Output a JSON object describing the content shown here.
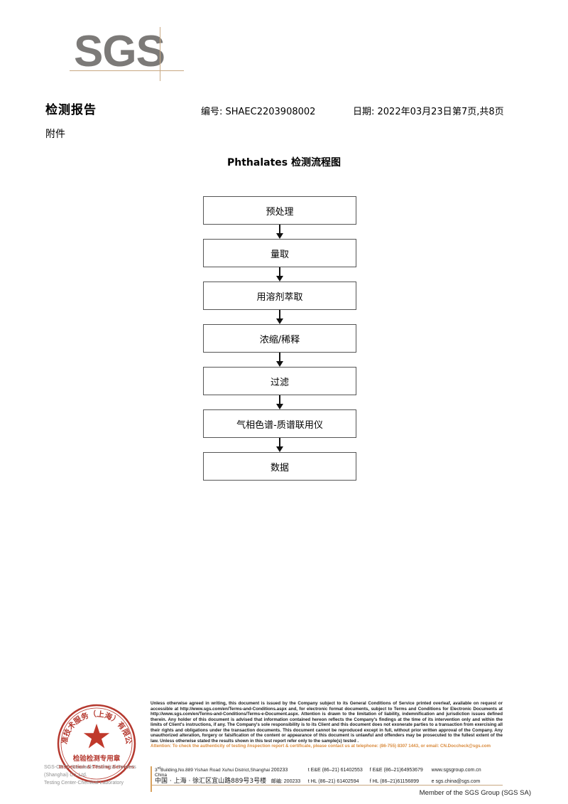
{
  "logo": {
    "text": "SGS"
  },
  "header": {
    "title": "检测报告",
    "attachment_label": "附件",
    "report_no": "编号: SHAEC2203908002",
    "date": "日期: 2022年03月23日",
    "pagination": "第7页,共8页"
  },
  "flowchart": {
    "title": "Phthalates 检测流程图",
    "nodes": [
      {
        "label": "预处理"
      },
      {
        "label": "量取"
      },
      {
        "label": "用溶剂萃取"
      },
      {
        "label": "浓缩/稀释"
      },
      {
        "label": "过滤"
      },
      {
        "label": "气相色谱-质谱联用仪"
      },
      {
        "label": "数据"
      }
    ]
  },
  "stamp": {
    "outer_text": "标准技术服务（上海）有限公司",
    "center_cn": "检验检测专用章",
    "center_en": "Inspection & Testing Services",
    "color": "#c0392b"
  },
  "footer": {
    "company_line1": "SGS-CSTC Standards Technical Services (Shanghai) Co.,Ltd.",
    "company_line2": "Testing Center-Chemical Laboratory",
    "legal_paragraph": "Unless otherwise agreed in writing, this document is issued by the Company subject to its General Conditions of Service printed overleaf, available on request or accessible at http://www.sgs.com/en/Terms-and-Conditions.aspx and, for electronic format documents, subject to Terms and Conditions for Electronic Documents at http://www.sgs.com/en/Terms-and-Conditions/Terms-e-Document.aspx. Attention is drawn to the limitation of liability, indemnification and jurisdiction issues defined therein. Any holder of this document is advised that information contained hereon reflects the Company's findings at the time of its intervention only and within the limits of Client's instructions, if any. The Company's sole responsibility is to its Client and this document does not exonerate parties to a transaction from exercising all their rights and obligations under the transaction documents. This document cannot be reproduced except in full, without prior written approval of the Company. Any unauthorized alteration, forgery or falsification of the content or appearance of this document is unlawful and offenders may be prosecuted to the fullest extent of the law. Unless otherwise stated the results shown in this test report refer only to the sample(s) tested .",
    "attention_line": "Attention: To check the authenticity of testing /inspection report & certificate, please contact us at telephone: (86-755) 8307 1443, or email: CN.Doccheck@sgs.com",
    "address_en": "Building,No.889 Yishan Road Xuhui District,Shanghai China",
    "address_en_prefix": "3",
    "address_en_sup": "rd",
    "zip_en": "200233",
    "address_cn": "中国 · 上海 · 徐汇区宜山路889号3号楼",
    "zip_cn_label": "邮编: 200233",
    "tel_ee": "t E&E (86–21) 61402553",
    "fax_ee": "f E&E (86–21)64953679",
    "website": "www.sgsgroup.com.cn",
    "tel_hl": "t HL (86–21) 61402594",
    "fax_hl": "f HL (86–21)61156899",
    "email": "e  sgs.china@sgs.com",
    "member_line": "Member of the SGS Group (SGS SA)"
  }
}
